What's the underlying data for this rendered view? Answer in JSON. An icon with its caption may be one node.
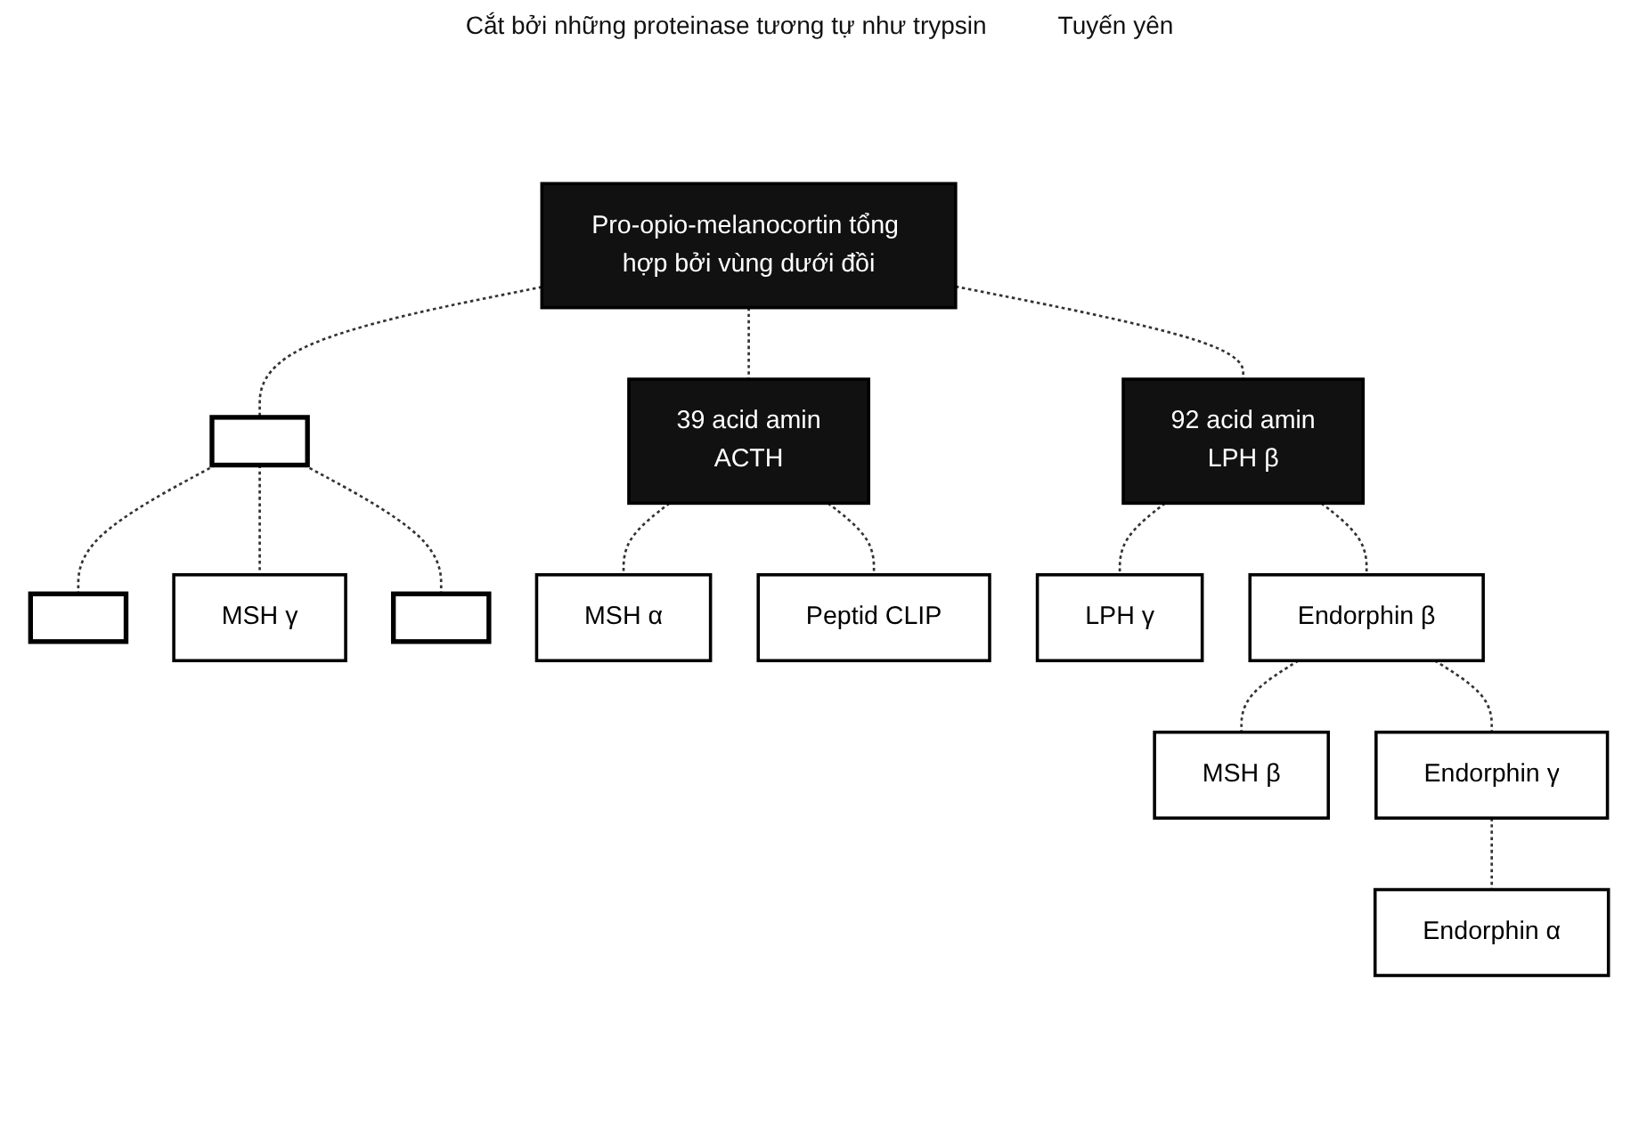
{
  "diagram": {
    "nodes": [
      {
        "text": [
          "Pro-opio-melanocortin tổng hợp bởi vùng dưới đồi"
        ]
      },
      {
        "text": [],
        "shape": "bar"
      },
      {
        "text": [
          "39 acid amin",
          "ACTH"
        ]
      },
      {
        "text": [
          "92 acid amin",
          "LPH β"
        ]
      },
      {
        "text": [],
        "shape": "bar"
      },
      {
        "text": [
          "MSH γ"
        ]
      },
      {
        "text": [],
        "shape": "bar"
      },
      {
        "text": [
          "MSH α"
        ]
      },
      {
        "text": [
          "Peptid CLIP"
        ]
      },
      {
        "text": [
          "LPH γ"
        ]
      },
      {
        "text": [
          "Endorphin β"
        ]
      },
      {
        "text": [
          "MSH β"
        ]
      },
      {
        "text": [
          "Endorphin γ"
        ]
      },
      {
        "text": [
          "Endorphin α"
        ]
      }
    ],
    "edges": [
      {
        "from": 0,
        "to": 1,
        "arrow": "none"
      },
      {
        "from": 0,
        "to": 2,
        "arrow": "none"
      },
      {
        "from": 0,
        "to": 3,
        "arrow": "none"
      },
      {
        "from": 1,
        "to": 4,
        "arrow": "none"
      },
      {
        "from": 1,
        "to": 5,
        "arrow": "none"
      },
      {
        "from": 1,
        "to": 6,
        "arrow": "none"
      },
      {
        "from": 2,
        "to": 7,
        "arrow": "none"
      },
      {
        "from": 2,
        "to": 8,
        "arrow": "none"
      },
      {
        "from": 3,
        "to": 9,
        "arrow": "none"
      },
      {
        "from": 3,
        "to": 10,
        "arrow": "none"
      },
      {
        "from": 10,
        "to": 11,
        "arrow": "none"
      },
      {
        "from": 10,
        "to": 12,
        "arrow": "none"
      },
      {
        "from": 12,
        "to": 13,
        "arrow": "none"
      }
    ],
    "labels": [
      "Cắt bởi những proteinase tương tự như trypsin",
      "Tuyến yên"
    ]
  }
}
